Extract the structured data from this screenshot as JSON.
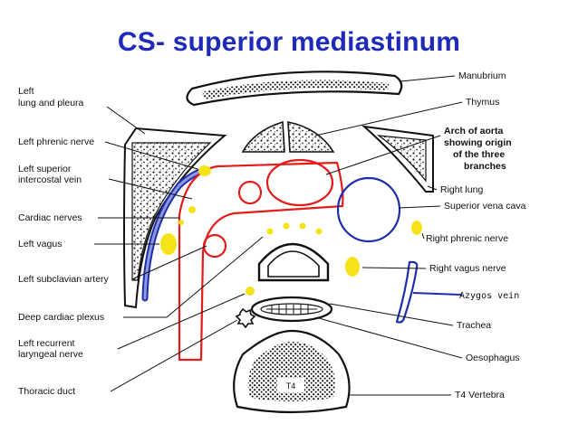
{
  "title": "CS- superior mediastinum",
  "colors": {
    "title": "#1f2bb8",
    "aorta": "#e31b1b",
    "svc": "#1c2fa8",
    "nerve": "#f5e31a",
    "azygos": "#1c2fa8"
  },
  "labels": {
    "left_lung_l1": "Left",
    "left_lung_l2": "lung and pleura",
    "left_phrenic": "Left phrenic nerve",
    "left_sup_ic_l1": "Left superior",
    "left_sup_ic_l2": "intercostal vein",
    "cardiac_nerves": "Cardiac nerves",
    "left_vagus": "Left vagus",
    "left_subclavian": "Left subclavian artery",
    "deep_cardiac": "Deep cardiac plexus",
    "left_recurrent_l1": "Left recurrent",
    "left_recurrent_l2": "laryngeal nerve",
    "thoracic_duct": "Thoracic duct",
    "manubrium": "Manubrium",
    "thymus": "Thymus",
    "arch_l1": "Arch of aorta",
    "arch_l2": "showing origin",
    "arch_l3": "of the three",
    "arch_l4": "branches",
    "right_lung": "Right lung",
    "svc": "Superior vena cava",
    "right_phrenic": "Right phrenic nerve",
    "right_vagus": "Right vagus nerve",
    "azygos": "Azygos vein",
    "trachea": "Trachea",
    "oesophagus": "Oesophagus",
    "t4_vertebra": "T4 Vertebra",
    "t4": "T4"
  }
}
